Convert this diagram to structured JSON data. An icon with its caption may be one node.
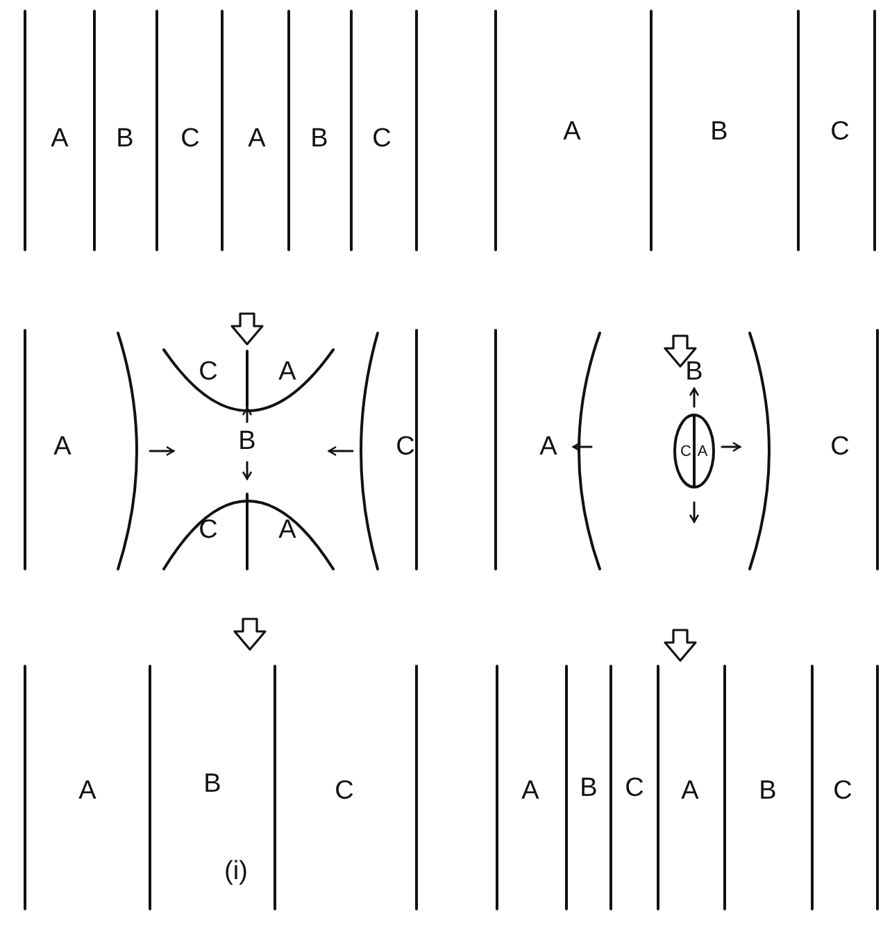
{
  "diagram": {
    "labels": [
      "A",
      "B",
      "C",
      "A",
      "B",
      "C",
      "A",
      "B",
      "C",
      "C",
      "A",
      "A",
      "B",
      "C",
      "C",
      "A",
      "B",
      "A",
      "C",
      "A",
      "C",
      "A",
      "B",
      "C",
      "A",
      "B",
      "C",
      "A",
      "B",
      "C",
      "(i)"
    ]
  }
}
